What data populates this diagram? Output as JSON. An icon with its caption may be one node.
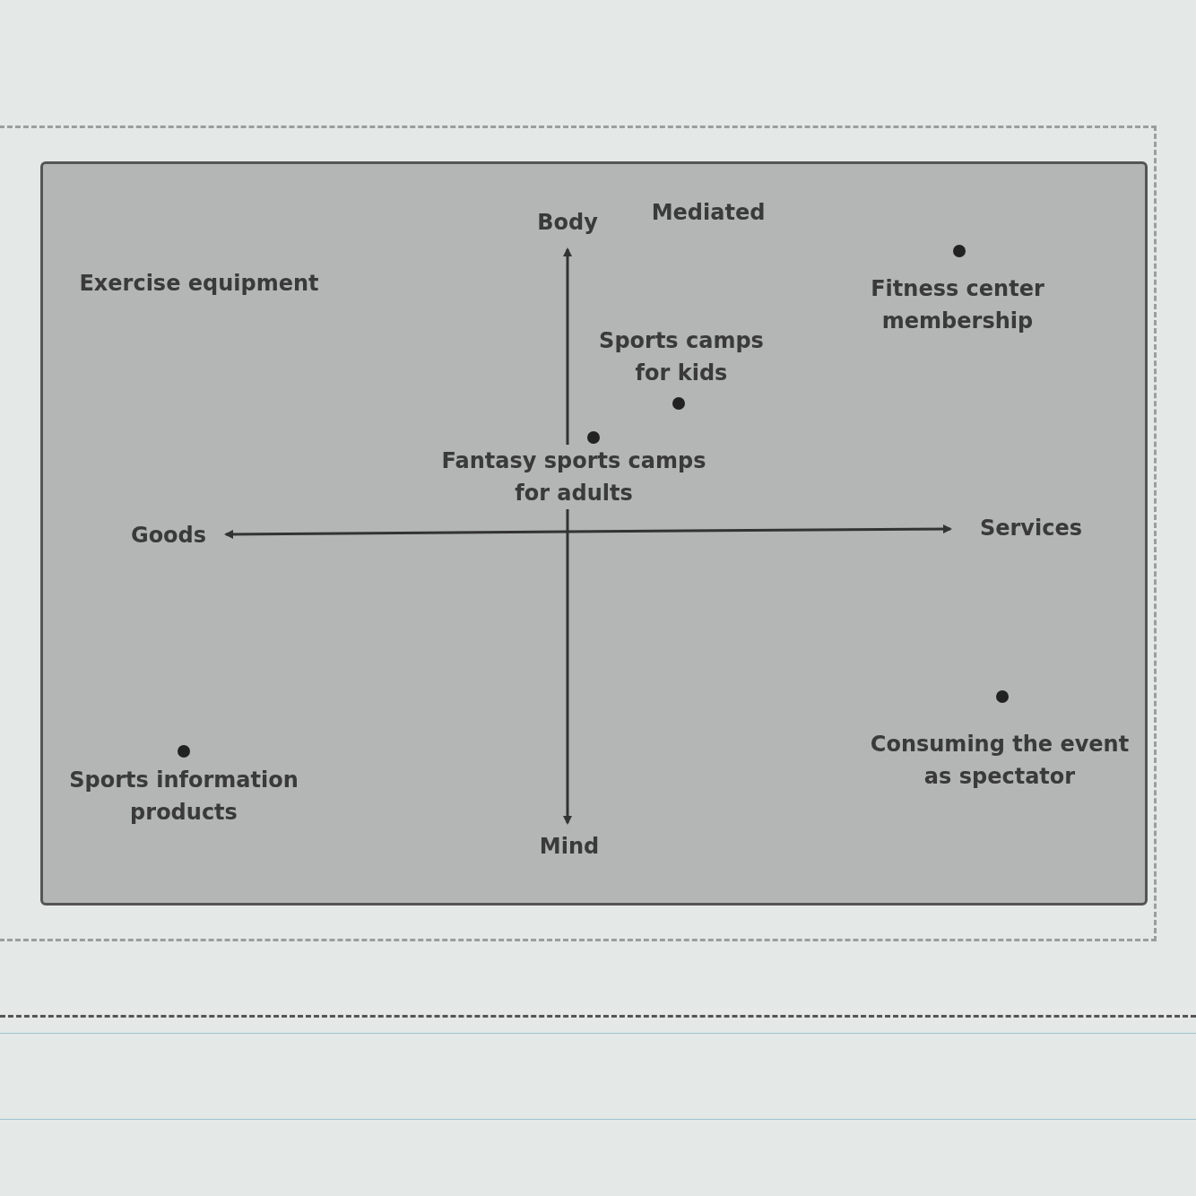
{
  "diagram": {
    "labels": [
      "Body",
      "Mediated",
      "Exercise equipment",
      "Fitness center membership",
      "Sports camps for kids",
      "Fantasy sports camps for adults",
      "Goods",
      "Services",
      "Sports information products",
      "Consuming the event as spectator",
      "Mind"
    ]
  }
}
